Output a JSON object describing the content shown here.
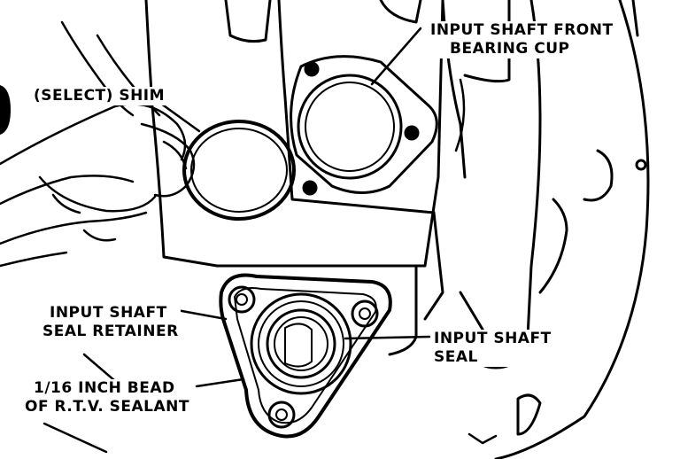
{
  "labels": {
    "front_cup_line1": "INPUT SHAFT FRONT",
    "front_cup_line2": "BEARING CUP",
    "shim": "(SELECT) SHIM",
    "retainer_line1": "INPUT SHAFT",
    "retainer_line2": "SEAL RETAINER",
    "seal_line1": "INPUT SHAFT",
    "seal_line2": "SEAL",
    "bead_line1": "1/16 INCH BEAD",
    "bead_line2": "OF R.T.V. SEALANT"
  },
  "colors": {
    "ink": "#000000",
    "paper": "#ffffff"
  }
}
